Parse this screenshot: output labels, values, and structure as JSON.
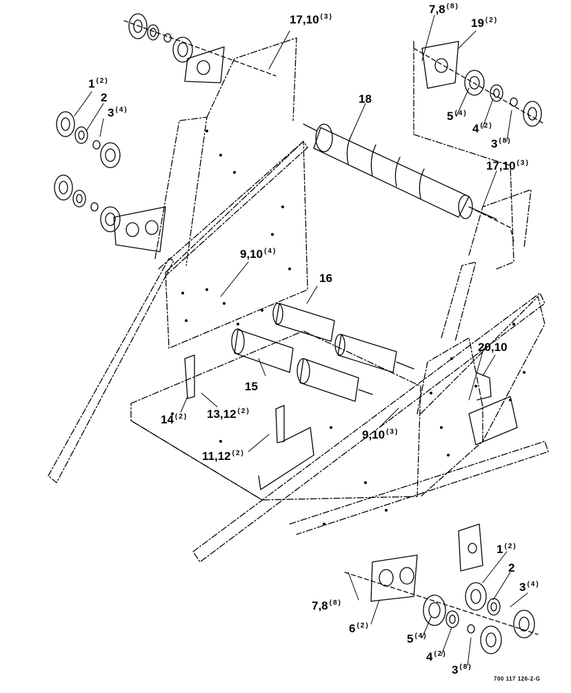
{
  "diagram": {
    "document_id": "700 117 126-2-G",
    "callouts": [
      {
        "id": "c1",
        "num": "17,10",
        "qty": "(3)"
      },
      {
        "id": "c2",
        "num": "7,8",
        "qty": "(8)"
      },
      {
        "id": "c3",
        "num": "19",
        "qty": "(2)"
      },
      {
        "id": "c4",
        "num": "1",
        "qty": "(2)"
      },
      {
        "id": "c5",
        "num": "2",
        "qty": ""
      },
      {
        "id": "c6",
        "num": "3",
        "qty": "(4)"
      },
      {
        "id": "c7",
        "num": "18",
        "qty": ""
      },
      {
        "id": "c8",
        "num": "5",
        "qty": "(4)"
      },
      {
        "id": "c9",
        "num": "4",
        "qty": "(2)"
      },
      {
        "id": "c10",
        "num": "3",
        "qty": "(8)"
      },
      {
        "id": "c11",
        "num": "17,10",
        "qty": "(3)"
      },
      {
        "id": "c12",
        "num": "9,10",
        "qty": "(4)"
      },
      {
        "id": "c13",
        "num": "16",
        "qty": ""
      },
      {
        "id": "c14",
        "num": "20,10",
        "qty": ""
      },
      {
        "id": "c15",
        "num": "15",
        "qty": ""
      },
      {
        "id": "c16",
        "num": "14",
        "qty": "(2)"
      },
      {
        "id": "c17",
        "num": "13,12",
        "qty": "(2)"
      },
      {
        "id": "c18",
        "num": "9,10",
        "qty": "(3)"
      },
      {
        "id": "c19",
        "num": "11,12",
        "qty": "(2)"
      },
      {
        "id": "c20",
        "num": "1",
        "qty": "(2)"
      },
      {
        "id": "c21",
        "num": "2",
        "qty": ""
      },
      {
        "id": "c22",
        "num": "3",
        "qty": "(4)"
      },
      {
        "id": "c23",
        "num": "7,8",
        "qty": "(8)"
      },
      {
        "id": "c24",
        "num": "6",
        "qty": "(2)"
      },
      {
        "id": "c25",
        "num": "5",
        "qty": "(4)"
      },
      {
        "id": "c26",
        "num": "4",
        "qty": "(2)"
      },
      {
        "id": "c27",
        "num": "3",
        "qty": "(8)"
      }
    ]
  }
}
